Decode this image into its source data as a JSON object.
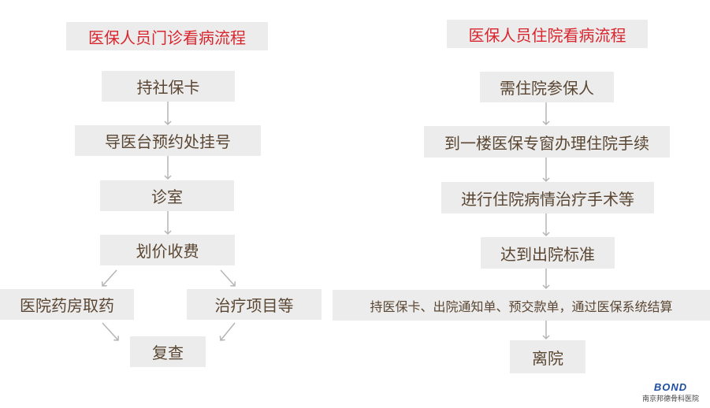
{
  "outpatient": {
    "title": "医保人员门诊看病流程",
    "steps": [
      "持社保卡",
      "导医台预约处挂号",
      "诊室",
      "划价收费"
    ],
    "branch_left": "医院药房取药",
    "branch_right": "治疗项目等",
    "final": "复查"
  },
  "inpatient": {
    "title": "医保人员住院看病流程",
    "steps": [
      "需住院参保人",
      "到一楼医保专窗办理住院手续",
      "进行住院病情治疗手术等",
      "达到出院标准",
      "持医保卡、出院通知单、预交款单，通过医保系统结算",
      "离院"
    ]
  },
  "logo": {
    "mark": "BOND",
    "text": "南京邦德骨科医院"
  },
  "colors": {
    "box": "#ececec",
    "text": "#5a4632",
    "title": "#d9262e",
    "arrow": "#b5b5b5"
  }
}
